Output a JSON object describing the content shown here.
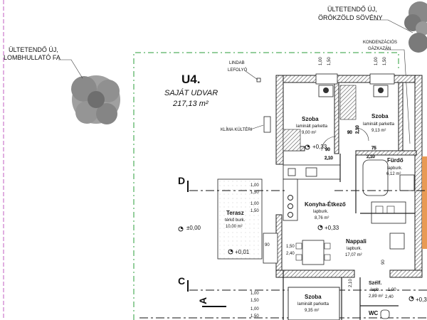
{
  "plot": {
    "id": "U4.",
    "name": "SAJÁT UDVAR",
    "area": "217,13 m²"
  },
  "annotations": {
    "tree_left": [
      "ÜLTETENDŐ ÚJ,",
      "LOMBHULLATÓ FA"
    ],
    "tree_right": [
      "ÜLTETENDŐ ÚJ,",
      "ÖRÖKZÖLD SÖVÉNY"
    ],
    "downpipe": [
      "LINDAB",
      "LEFOLYÓ"
    ],
    "condenser": [
      "KONDENZÁCIÓS",
      "GÁZKAZÁN"
    ],
    "ac_unit": "KLÍMA KÜLTÉRI"
  },
  "rooms": {
    "bedroom1": {
      "name": "Szoba",
      "floor": "laminált parketta",
      "area": "9,00 m²"
    },
    "bedroom2": {
      "name": "Szoba",
      "floor": "laminált parketta",
      "area": "9,13 m²"
    },
    "bathroom": {
      "name": "Fürdő",
      "floor": "lapburk.",
      "area": "6,12 m²"
    },
    "kitchen": {
      "name": "Konyha-Étkező",
      "floor": "lapburk.",
      "area": "8,76 m²"
    },
    "living": {
      "name": "Nappali",
      "floor": "lapburk.",
      "area": "17,07 m²"
    },
    "terrace": {
      "name": "Terasz",
      "floor": "térkő burk.",
      "area": "10,00 m²"
    },
    "bedroom3": {
      "name": "Szoba",
      "floor": "laminált parketta",
      "area": "9,35 m²"
    },
    "closet": {
      "name": "Szélf.",
      "floor": "lapb.",
      "area": "2,89 m²"
    },
    "wc": {
      "name": "WC"
    }
  },
  "levels": {
    "bedroom": "+0,33",
    "kitchen": "+0,33",
    "ground": "±0,00",
    "terrace": "+0,01",
    "lower": "+0,3"
  },
  "section_marks": {
    "d": "D",
    "c": "C",
    "a": "A"
  },
  "dimensions": {
    "d_100": "1,00",
    "d_150": "1,50",
    "d_210": "2,10",
    "d_240": "2,40",
    "d_90": "90",
    "d_75": "75"
  }
}
